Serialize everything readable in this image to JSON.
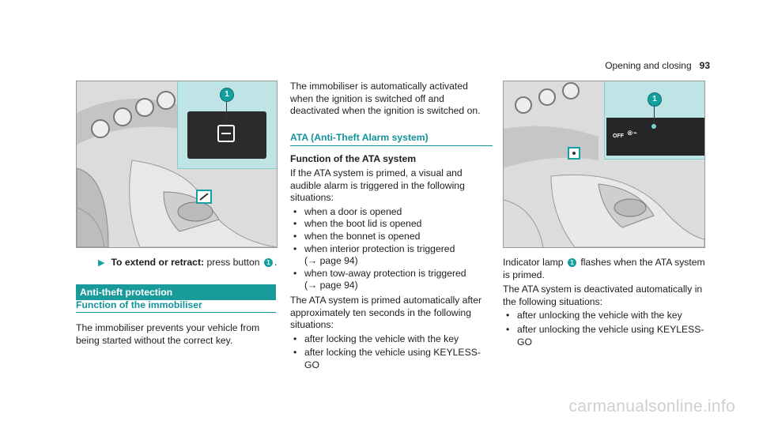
{
  "header": {
    "section": "Opening and closing",
    "page": "93"
  },
  "figure_left": {
    "callout_number": "1"
  },
  "figure_right": {
    "callout_number": "1",
    "panel_label": "OFF"
  },
  "col1": {
    "instruction_bold": "To extend or retract:",
    "instruction_text": " press button ",
    "instruction_ref": "1",
    "instruction_end": ".",
    "section_bar": "Anti-theft protection",
    "subheading": "Function of the immobiliser",
    "para": "The immobiliser prevents your vehicle from being started without the correct key."
  },
  "col2": {
    "intro": "The immobiliser is automatically activated when the ignition is switched off and deactivated when the ignition is switched on.",
    "subheading": "ATA (Anti-Theft Alarm system)",
    "func_heading": "Function of the ATA system",
    "para1": "If the ATA system is primed, a visual and audible alarm is triggered in the following situations:",
    "list1": [
      {
        "text": "when a door is opened"
      },
      {
        "text": "when the boot lid is opened"
      },
      {
        "text": "when the bonnet is opened"
      },
      {
        "text": "when interior protection is triggered",
        "ref": "(→ page 94)"
      },
      {
        "text": "when tow-away protection is triggered",
        "ref": "(→ page 94)"
      }
    ],
    "para2": "The ATA system is primed automatically after approximately ten seconds in the following situations:",
    "list2": [
      "after locking the vehicle with the key",
      "after locking the vehicle using KEYLESS-GO"
    ]
  },
  "col3": {
    "indicator_pre": "Indicator lamp ",
    "indicator_ref": "1",
    "indicator_post": " flashes when the ATA system is primed.",
    "para": "The ATA system is deactivated automatically in the following situations:",
    "list": [
      "after unlocking the vehicle with the key",
      "after unlocking the vehicle using KEYLESS-GO"
    ]
  },
  "watermark": "carmanualsonline.info",
  "colors": {
    "accent": "#1a9b9b",
    "callout": "#12a0a0"
  }
}
